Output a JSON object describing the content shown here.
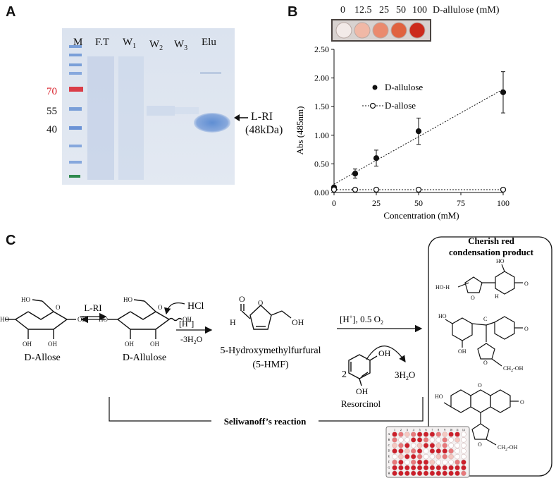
{
  "panel_a": {
    "letter": "A",
    "lanes": [
      "M",
      "F.T",
      "W",
      "W",
      "W",
      "Elu"
    ],
    "lane_subscripts": [
      "",
      "",
      "1",
      "2",
      "3",
      ""
    ],
    "markers": [
      "70",
      "55",
      "40"
    ],
    "band_label": "L-RI",
    "band_mass": "(48kDa)",
    "colors": {
      "gel": "#d7e0ee",
      "band": "#7fa3d9",
      "marker_red": "#d9202a"
    }
  },
  "panel_b": {
    "letter": "B",
    "well_labels": [
      "0",
      "12.5",
      "25",
      "50",
      "100"
    ],
    "well_unit": "D-allulose (mM)",
    "well_colors": [
      "#f2eae8",
      "#f0b8a6",
      "#ea8a6e",
      "#e0623f",
      "#cc2a1c"
    ],
    "chart_data": {
      "type": "scatter",
      "xlabel": "Concentration (mM)",
      "ylabel": "Abs (485nm)",
      "xticks": [
        "0",
        "25",
        "50",
        "75",
        "100"
      ],
      "yticks": [
        "0.00",
        "0.50",
        "1.00",
        "1.50",
        "2.00",
        "2.50"
      ],
      "xlim": [
        0,
        100
      ],
      "ylim": [
        0,
        2.5
      ],
      "series": [
        {
          "name": "D-allulose",
          "x": [
            0,
            12.5,
            25,
            50,
            100
          ],
          "y": [
            0.09,
            0.33,
            0.6,
            1.07,
            1.75
          ],
          "err": [
            0.02,
            0.08,
            0.14,
            0.23,
            0.36
          ],
          "marker": "filled",
          "fit": "dotted"
        },
        {
          "name": "D-allose",
          "x": [
            0,
            12.5,
            25,
            50,
            100
          ],
          "y": [
            0.05,
            0.05,
            0.05,
            0.05,
            0.05
          ],
          "err": [
            0.01,
            0.01,
            0.01,
            0.01,
            0.01
          ],
          "marker": "open",
          "fit": "dotted"
        }
      ],
      "legend": "upper-left"
    }
  },
  "panel_c": {
    "letter": "C",
    "d_allose": "D-Allose",
    "d_allulose": "D-Allulose",
    "enzyme": "L-RI",
    "acid": "[H",
    "acid_plus": "+",
    "acid_close": "]",
    "dehydration": "-3H",
    "dehydration_sub": "2",
    "dehydration_o": "O",
    "hcl": "HCl",
    "hmf_name": "5-Hydroxymethylfurfural",
    "hmf_abbr": "(5-HMF)",
    "condition": "[H",
    "condition_rest": "], 0.5 O",
    "condition_sub": "2",
    "coefficient": "2",
    "resorcinol": "Resorcinol",
    "water": "3H",
    "water_sub": "2",
    "water_o": "O",
    "reaction_name": "Seliwanoff’s reaction",
    "product_title_1": "Cherish red",
    "product_title_2": "condensation product",
    "atoms": {
      "ho": "HO",
      "oh": "OH",
      "o": "O",
      "h": "H",
      "c": "C",
      "hoh2c": "HO-H",
      "ch2oh": "CH",
      "ch2oh_rest": "-OH"
    },
    "plate_cols": [
      "1",
      "2",
      "3",
      "4",
      "5",
      "6",
      "7",
      "8",
      "9",
      "10",
      "11",
      "12"
    ],
    "plate_rows": [
      "A",
      "B",
      "C",
      "D",
      "E",
      "F",
      "G",
      "H"
    ],
    "plate_levels": [
      [
        3,
        2,
        1,
        2,
        3,
        3,
        3,
        2,
        1,
        3,
        3,
        0
      ],
      [
        2,
        0,
        0,
        3,
        3,
        2,
        0,
        0,
        2,
        0,
        1,
        0
      ],
      [
        1,
        2,
        3,
        0,
        1,
        3,
        3,
        1,
        2,
        0,
        0,
        0
      ],
      [
        3,
        3,
        1,
        2,
        3,
        0,
        3,
        3,
        3,
        2,
        0,
        0
      ],
      [
        0,
        1,
        3,
        3,
        2,
        0,
        0,
        1,
        2,
        1,
        0,
        0
      ],
      [
        2,
        3,
        0,
        2,
        3,
        3,
        1,
        0,
        0,
        0,
        2,
        3
      ],
      [
        3,
        3,
        3,
        3,
        3,
        3,
        3,
        3,
        3,
        3,
        3,
        3
      ],
      [
        3,
        3,
        3,
        3,
        3,
        3,
        3,
        3,
        3,
        3,
        3,
        2
      ]
    ],
    "plate_palette": [
      "#ffffff",
      "#f5c7c0",
      "#e8787a",
      "#cc1f2a"
    ]
  }
}
